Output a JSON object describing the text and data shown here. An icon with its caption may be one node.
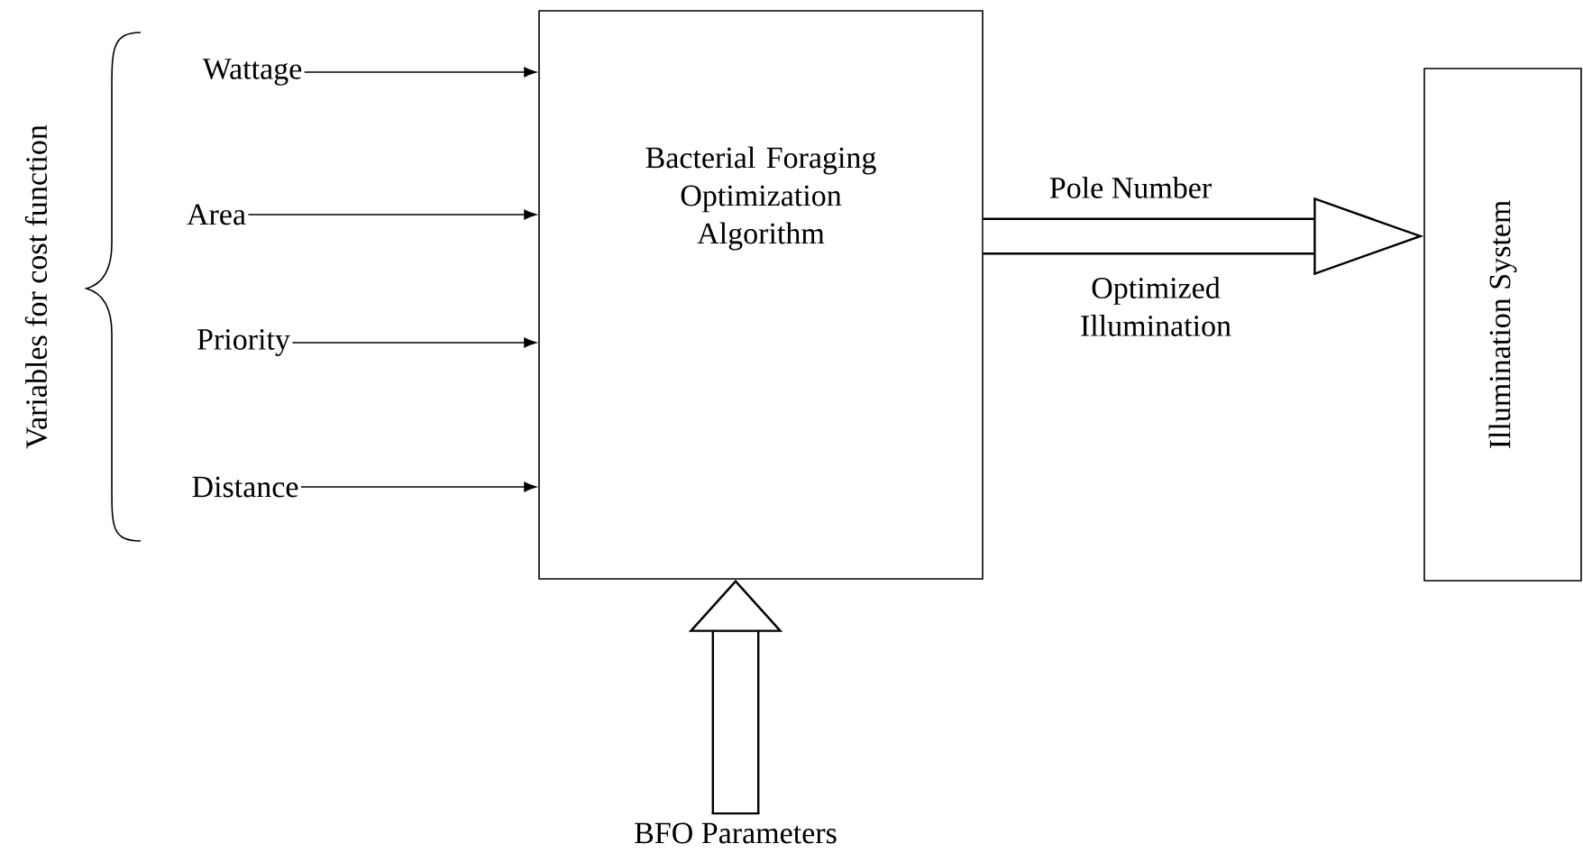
{
  "diagram": {
    "nodes": [
      {
        "text": [
          "Wattage"
        ]
      },
      {
        "text": [
          "Area"
        ]
      },
      {
        "text": [
          "Priority"
        ]
      },
      {
        "text": [
          "Distance"
        ]
      },
      {
        "text": [
          "Bacterial Foraging Optimization Algorithm"
        ]
      },
      {
        "text": [
          "Illumination System"
        ]
      },
      {
        "text": [
          "BFO Parameters"
        ]
      }
    ],
    "edges": [
      {
        "from": 0,
        "to": 4,
        "arrow": "to"
      },
      {
        "from": 1,
        "to": 4,
        "arrow": "to"
      },
      {
        "from": 2,
        "to": 4,
        "arrow": "to"
      },
      {
        "from": 3,
        "to": 4,
        "arrow": "to"
      },
      {
        "from": 4,
        "to": 5,
        "arrow": "to",
        "style": "thick",
        "label": "Pole Number"
      },
      {
        "from": 6,
        "to": 4,
        "arrow": "to",
        "style": "thick"
      }
    ],
    "labels": [
      "Variables for cost function",
      "Optimized Illumination"
    ]
  }
}
